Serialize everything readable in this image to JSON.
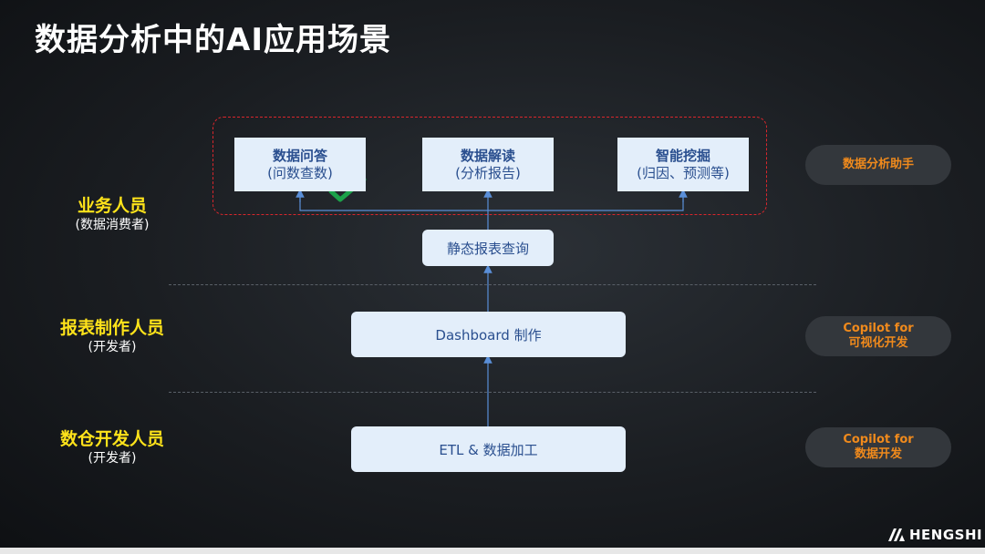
{
  "title": "数据分析中的AI应用场景",
  "top_boxes": [
    {
      "line1": "数据问答",
      "line2": "(问数查数)"
    },
    {
      "line1": "数据解读",
      "line2": "(分析报告)"
    },
    {
      "line1": "智能挖掘",
      "line2": "(归因、预测等)"
    }
  ],
  "static_report": "静态报表查询",
  "dashboard": "Dashboard 制作",
  "etl": "ETL & 数据加工",
  "roles": [
    {
      "name": "业务人员",
      "sub": "(数据消费者)"
    },
    {
      "name": "报表制作人员",
      "sub": "(开发者)"
    },
    {
      "name": "数仓开发人员",
      "sub": "(开发者)"
    }
  ],
  "pills": [
    {
      "line1": "数据分析助手",
      "line2": ""
    },
    {
      "line1": "Copilot for",
      "line2": "可视化开发"
    },
    {
      "line1": "Copilot for",
      "line2": "数据开发"
    }
  ],
  "logo": "HENGSHI",
  "colors": {
    "accent_orange": "#f08a1c",
    "role_yellow": "#ffe31a",
    "box_fill": "#e3eefa",
    "box_text": "#2a4f8f",
    "dashed_red": "#d9262c",
    "check_green": "#1ca24a",
    "arrow_blue": "#5a8fd8"
  },
  "icons": [
    "checkmark-icon",
    "hengshi-logo-icon"
  ]
}
